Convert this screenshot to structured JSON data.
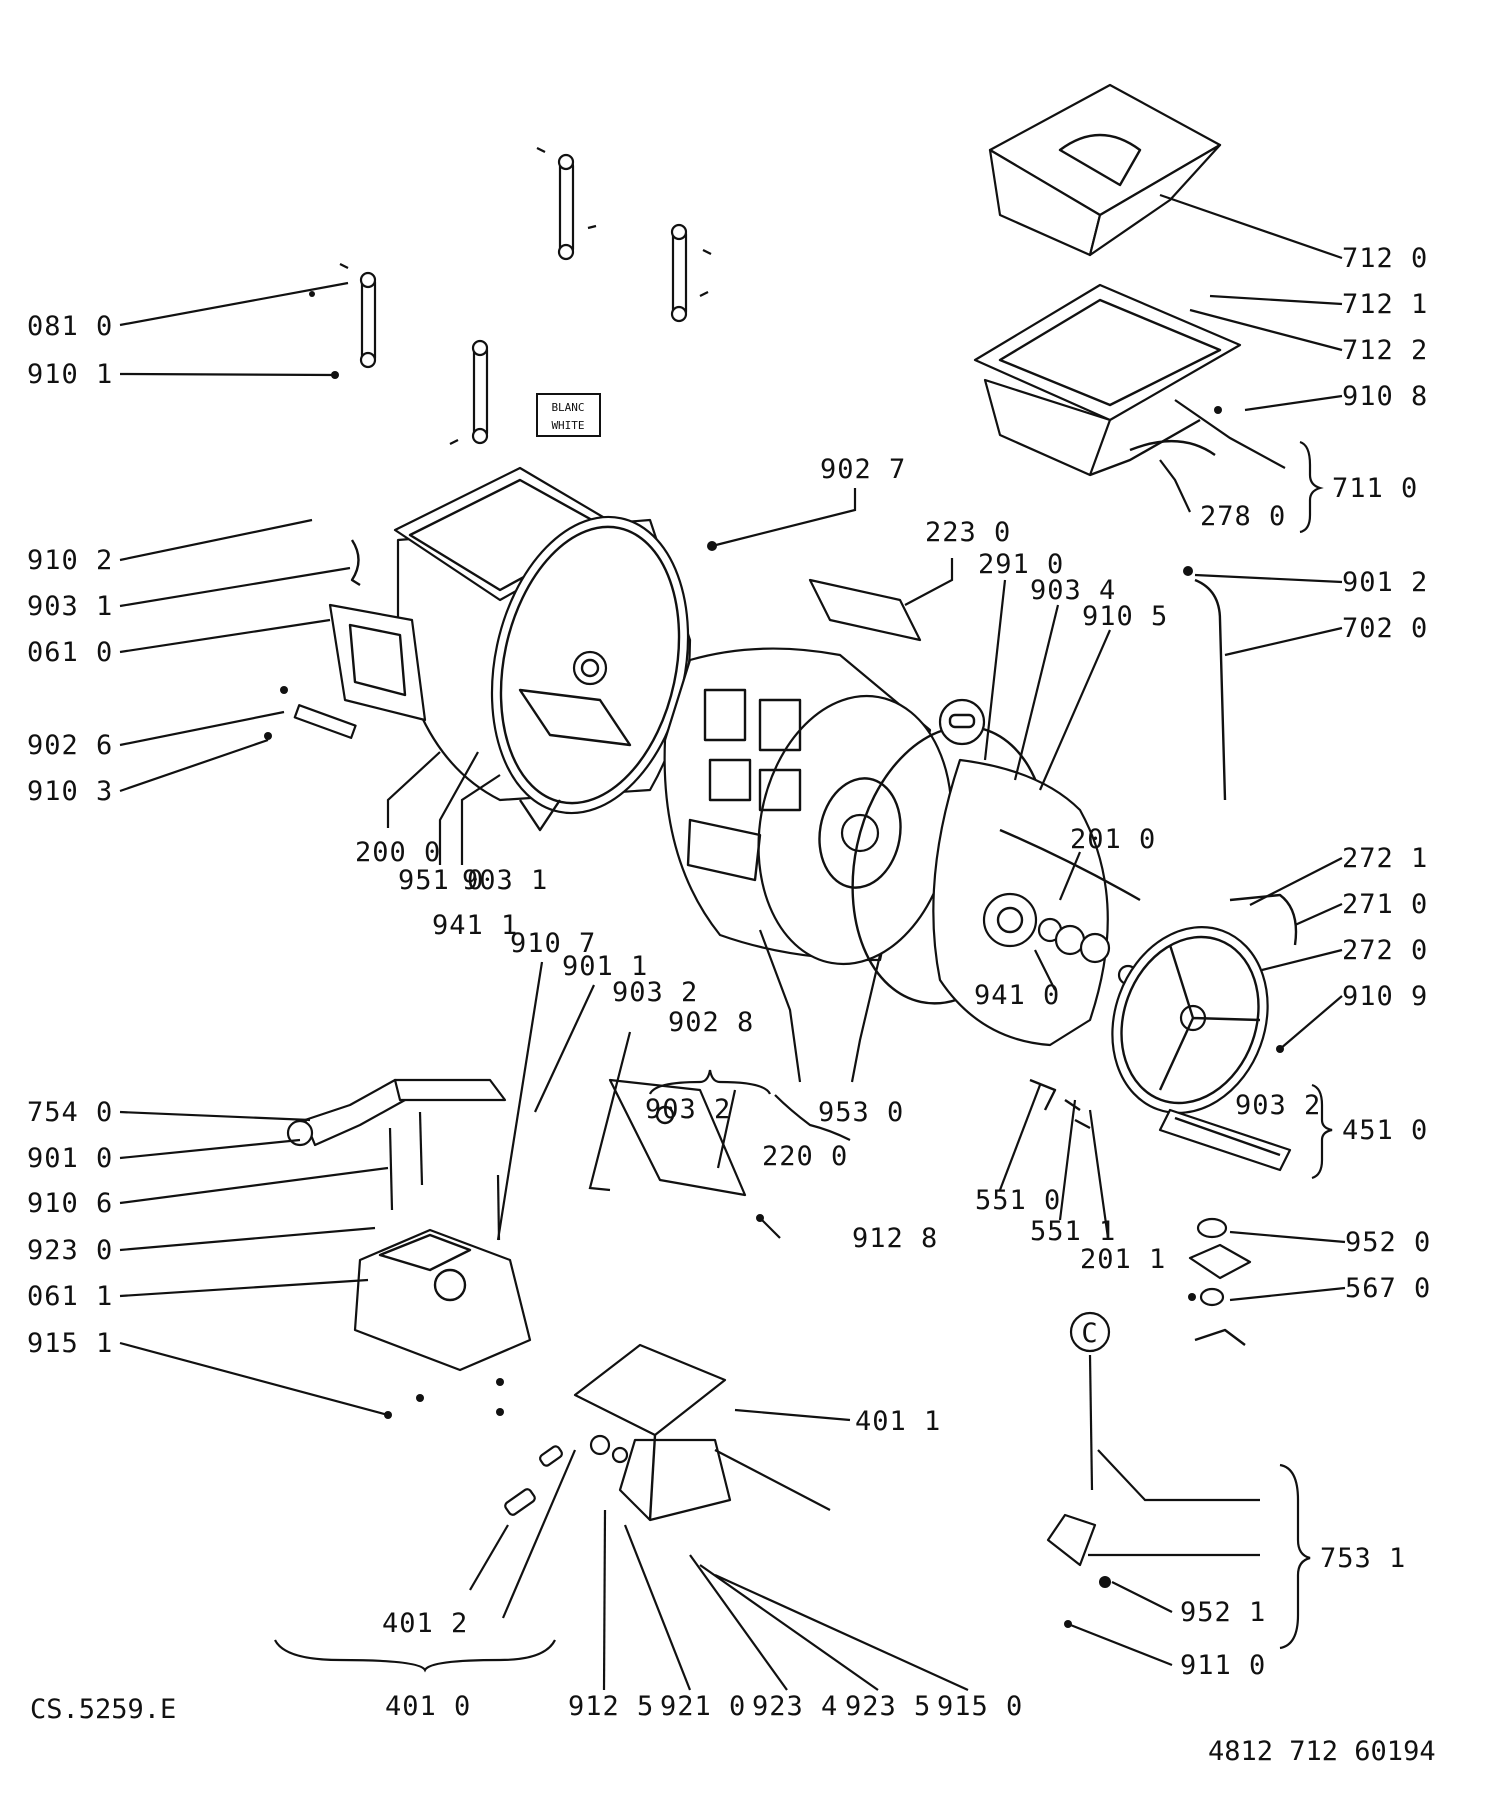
{
  "document": {
    "drawing_code": "CS.5259.E",
    "document_number": "4812 712 60194"
  },
  "tag_box": {
    "line1": "BLANC",
    "line2": "WHITE"
  },
  "callout_symbol": "C",
  "labels": {
    "L0810": "081 0",
    "L9101": "910 1",
    "L9102": "910 2",
    "L9031a": "903 1",
    "L0610": "061 0",
    "L9026": "902 6",
    "L9103": "910 3",
    "L2000": "200 0",
    "L9510": "951 0",
    "L9031b": "903 1",
    "L9411": "941 1",
    "L9107": "910 7",
    "L9011": "901 1",
    "L9032a": "903 2",
    "L9028": "902 8",
    "L9032b": "903 2",
    "L7540": "754 0",
    "L9010": "901 0",
    "L9106": "910 6",
    "L9230": "923 0",
    "L0611": "061 1",
    "L9151": "915 1",
    "L4011": "401 1",
    "L4012": "401 2",
    "L4010": "401 0",
    "L9125": "912 5",
    "L9210": "921 0",
    "L9234": "923 4",
    "L9235": "923 5",
    "L9150": "915 0",
    "L9027": "902 7",
    "L2230": "223 0",
    "L2910": "291 0",
    "L9034": "903 4",
    "L9105": "910 5",
    "L2010": "201 0",
    "L9410": "941 0",
    "L9530": "953 0",
    "L2200": "220 0",
    "L9128": "912 8",
    "L5510": "551 0",
    "L5511": "551 1",
    "L2011": "201 1",
    "L7120": "712 0",
    "L7121": "712 1",
    "L7122": "712 2",
    "L9108": "910 8",
    "L7110": "711 0",
    "L2780": "278 0",
    "L9012": "901 2",
    "L7020": "702 0",
    "L2721": "272 1",
    "L2710": "271 0",
    "L2720": "272 0",
    "L9109": "910 9",
    "L9032c": "903 2",
    "L4510": "451 0",
    "L9520": "952 0",
    "L5670": "567 0",
    "L7531": "753 1",
    "L9521": "952 1",
    "L9110": "911 0"
  }
}
